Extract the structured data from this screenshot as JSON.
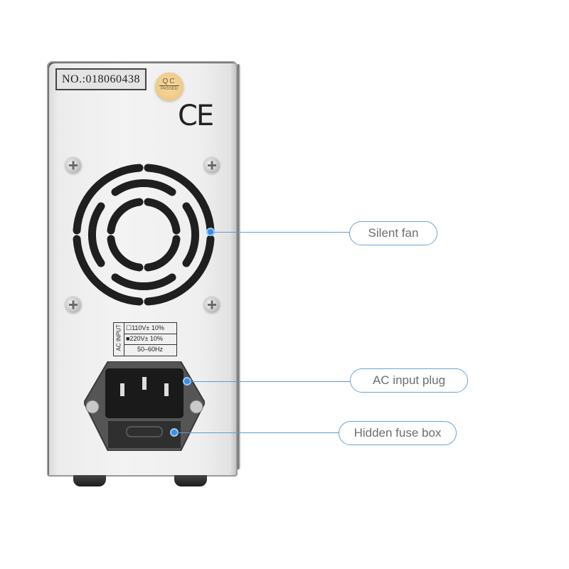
{
  "product": {
    "serial_number": "NO.:018060438",
    "qc_sticker": {
      "top": "QC",
      "bottom": "PASSED"
    },
    "certification_mark": "CE",
    "ac_input_label": {
      "side_title": "AC INPUT",
      "rows": [
        "☐110V±  10%",
        "■220V±  10%",
        "50–60Hz"
      ]
    }
  },
  "callouts": [
    {
      "label": "Silent fan"
    },
    {
      "label": "AC input plug"
    },
    {
      "label": "Hidden fuse box"
    }
  ],
  "colors": {
    "callout_line": "#5b9bd5",
    "callout_dot": "#3a8ee6",
    "pill_border": "#6aa3d8",
    "pill_text": "#6d6d6d"
  }
}
